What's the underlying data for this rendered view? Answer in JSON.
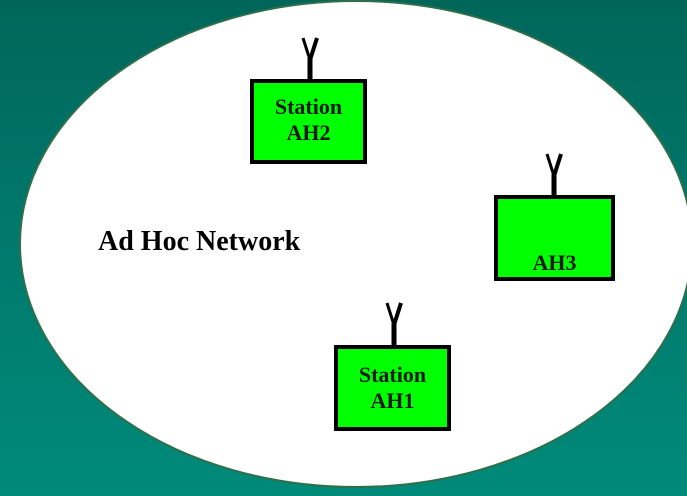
{
  "network": {
    "label": "Ad Hoc Network"
  },
  "stations": [
    {
      "id": "AH2",
      "line1": "Station",
      "line2": "AH2"
    },
    {
      "id": "AH3",
      "line1": "",
      "line2": "AH3"
    },
    {
      "id": "AH1",
      "line1": "Station",
      "line2": "AH1"
    }
  ],
  "colors": {
    "background": "#00705f",
    "network_fill": "#ffffff",
    "station_fill": "#00ff00",
    "outline": "#000000"
  },
  "icons": [
    "antenna-icon"
  ]
}
